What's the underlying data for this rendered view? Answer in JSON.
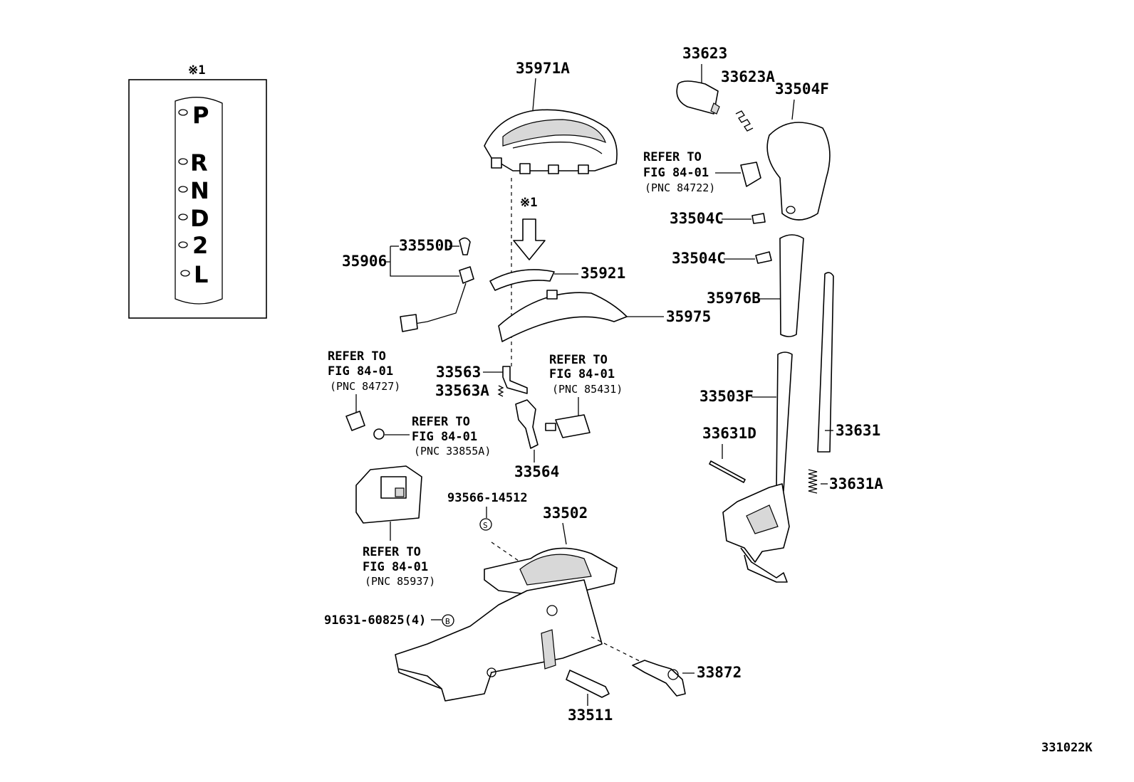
{
  "diagram_id": "331022K",
  "note_marker": "※1",
  "gate": [
    "P",
    "R",
    "N",
    "D",
    "2",
    "L"
  ],
  "parts": {
    "p35971A": "35971A",
    "p33623": "33623",
    "p33623A": "33623A",
    "p33504F": "33504F",
    "p33504C_a": "33504C",
    "p33504C_b": "33504C",
    "p35976B": "35976B",
    "p33550D": "33550D",
    "p35906": "35906",
    "p35921": "35921",
    "p35975": "35975",
    "p33563": "33563",
    "p33563A": "33563A",
    "p33564": "33564",
    "p33503F": "33503F",
    "p33631D": "33631D",
    "p33631": "33631",
    "p33631A": "33631A",
    "p93566": "93566-14512",
    "p33502": "33502",
    "p91631": "91631-60825(4)",
    "p33872": "33872",
    "p33511": "33511"
  },
  "refs": [
    {
      "l1": "REFER TO",
      "l2": "FIG 84-01",
      "l3": "(PNC 84722)"
    },
    {
      "l1": "REFER TO",
      "l2": "FIG 84-01",
      "l3": "(PNC 84727)"
    },
    {
      "l1": "REFER TO",
      "l2": "FIG 84-01",
      "l3": "(PNC 85431)"
    },
    {
      "l1": "REFER TO",
      "l2": "FIG 84-01",
      "l3": "(PNC 33855A)"
    },
    {
      "l1": "REFER TO",
      "l2": "FIG 84-01",
      "l3": "(PNC 85937)"
    }
  ],
  "symbols": {
    "s": "S",
    "b": "B"
  }
}
